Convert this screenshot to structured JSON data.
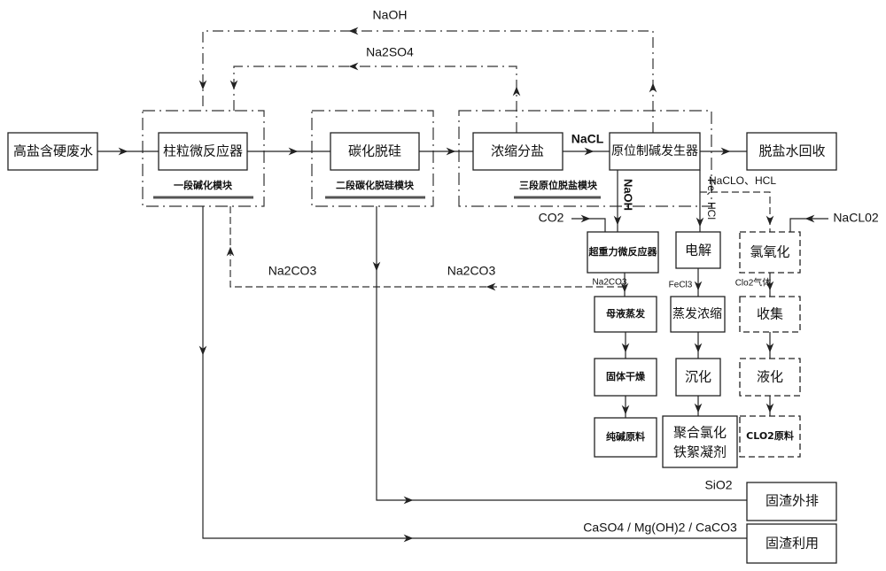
{
  "boxes": {
    "wastewater": "高盐含硬废水",
    "column_reactor": "柱粒微反应器",
    "carbonation": "碳化脱硅",
    "concentration": "浓缩分盐",
    "alkali_generator": "原位制碱发生器",
    "desalted_water": "脱盐水回收",
    "supergravity": "超重力微反应器",
    "mother_liquor": "母液蒸发",
    "solid_drying": "固体干燥",
    "soda_ash": "纯碱原料",
    "electrolysis": "电解",
    "evaporation": "蒸发浓缩",
    "precipitation": "沉化",
    "ferric_flocculant_1": "聚合氯化",
    "ferric_flocculant_2": "铁絮凝剂",
    "chlorination": "氯氧化",
    "collection": "收集",
    "liquefaction": "液化",
    "clo2_material": "CLO2原料",
    "residue_discharge": "固渣外排",
    "residue_use": "固渣利用"
  },
  "modules": {
    "stage1": "一段碱化模块",
    "stage2": "二段碳化脱硅模块",
    "stage3": "三段原位脱盐模块"
  },
  "flows": {
    "naoh_top": "NaOH",
    "na2so4": "Na2SO4",
    "nacl": "NaCL",
    "naoh_down": "NaOH",
    "fe_hcl": "Fe、HCl",
    "naclo_hcl": "NaCLO、HCL",
    "co2": "CO2",
    "nacl02": "NaCL02",
    "na2co3_left": "Na2CO3",
    "na2co3_mid": "Na2CO3",
    "na2co3_small": "Na2CO3",
    "fecl3": "FeCl3",
    "clo2_gas": "Clo2气体",
    "sio2": "SiO2",
    "residues": "CaSO4 / Mg(OH)2 / CaCO3"
  }
}
